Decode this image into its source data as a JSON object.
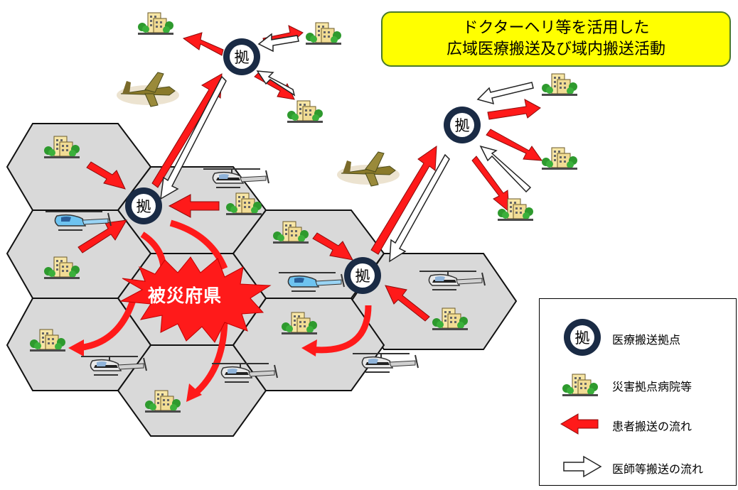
{
  "title_box": {
    "line1": "ドクターヘリ等を活用した",
    "line2": "広域医療搬送及び域内搬送活動"
  },
  "hub_marker_char": "拠",
  "damage_label": "被災府県",
  "legend": {
    "items": [
      {
        "icon": "hub-circle-icon",
        "label": "医療搬送拠点"
      },
      {
        "icon": "hospital-icon",
        "label": "災害拠点病院等"
      },
      {
        "icon": "red-arrow-icon",
        "label": "患者搬送の流れ"
      },
      {
        "icon": "white-arrow-icon",
        "label": "医師等搬送の流れ"
      }
    ]
  },
  "colors": {
    "hex_fill": "#d9d9d9",
    "patient_arrow": "#ff1a1a",
    "hub_circle": "#1a2b45",
    "title_bg": "#ffff00",
    "damage_burst": "#ff1a1a"
  }
}
